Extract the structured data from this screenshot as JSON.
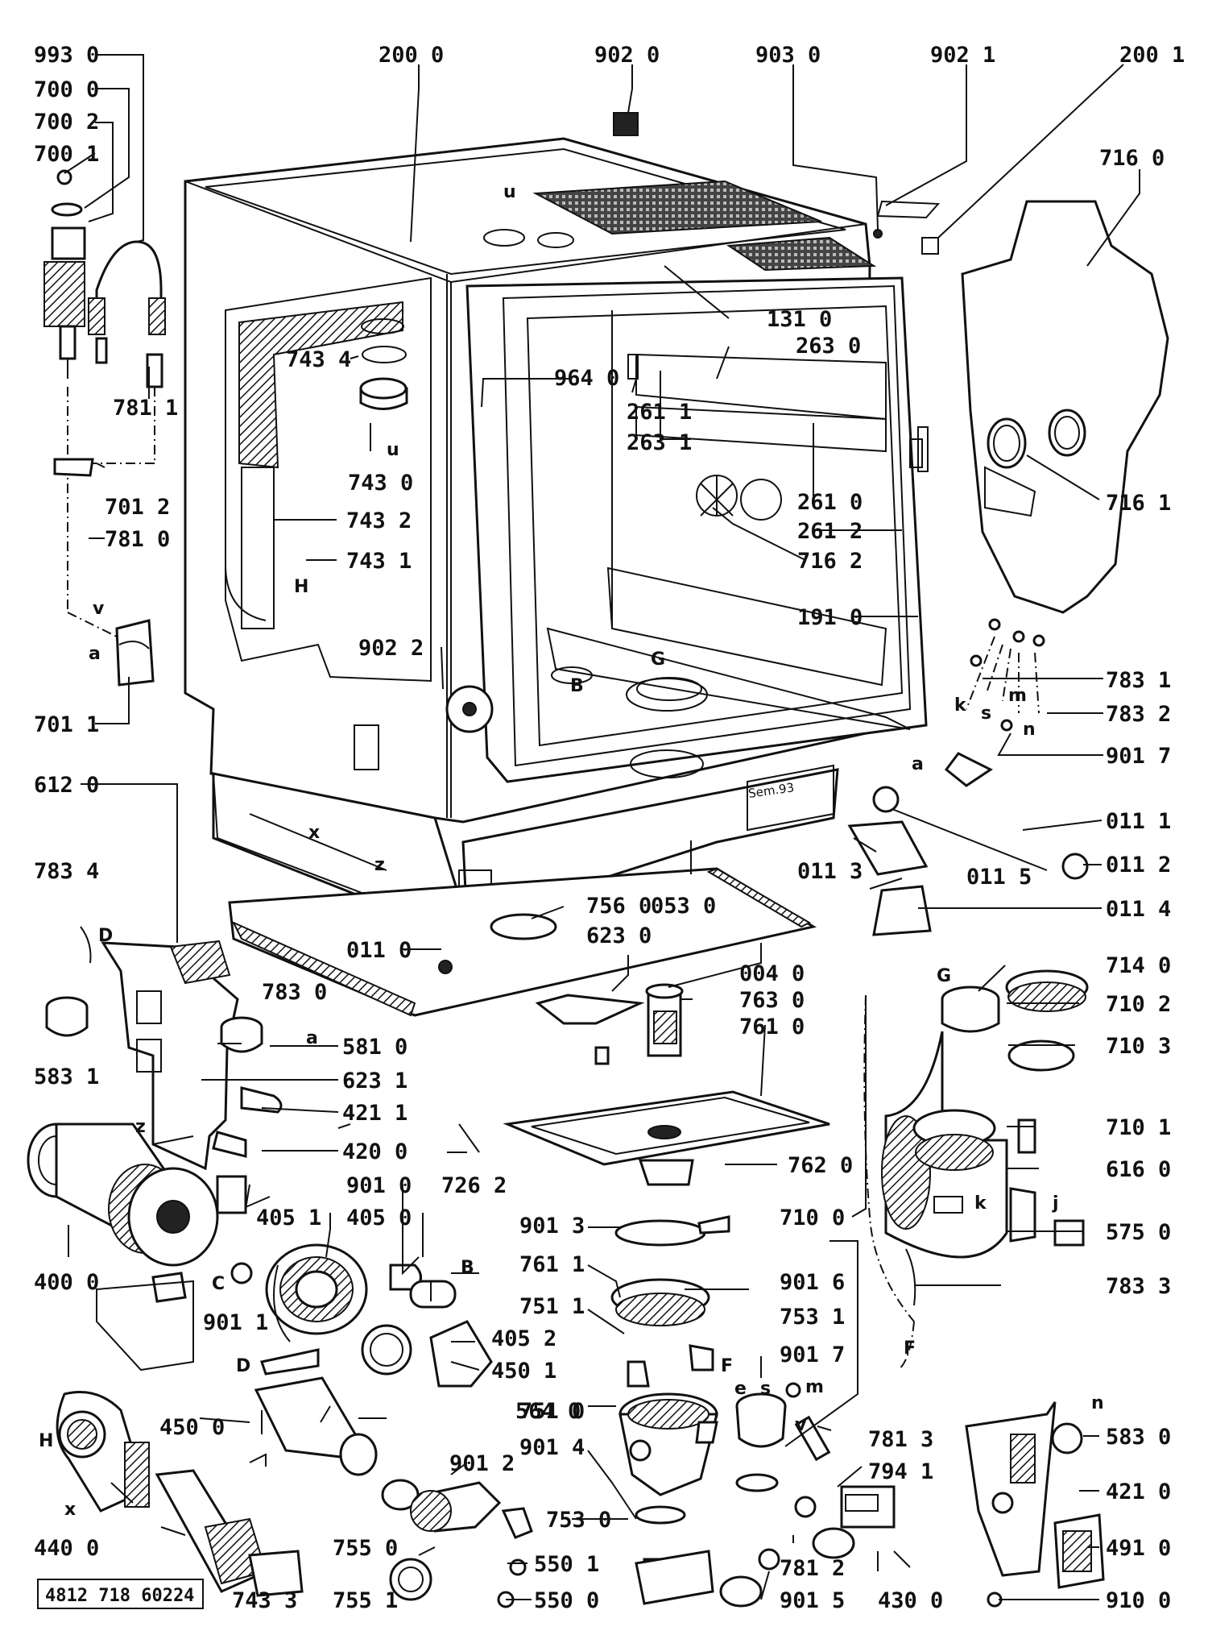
{
  "reference_number": "4812 718 60224",
  "stamp_text": "Sem.93",
  "callouts": [
    "993 0",
    "700 0",
    "700 2",
    "700 1",
    "200 0",
    "902 0",
    "903 0",
    "902 1",
    "200 1",
    "716 0",
    "743 4",
    "743 0",
    "743 2",
    "743 1",
    "964 0",
    "131 0",
    "263 0",
    "261 1",
    "263 1",
    "261 0",
    "261 2",
    "716 2",
    "716 1",
    "191 0",
    "781 1",
    "701 2",
    "781 0",
    "701 1",
    "902 2",
    "783 1",
    "783 2",
    "901 7",
    "011 1",
    "011 2",
    "011 3",
    "011 5",
    "011 4",
    "612 0",
    "783 4",
    "583 1",
    "783 0",
    "581 0",
    "623 1",
    "421 1",
    "420 0",
    "756 0",
    "053 0",
    "011 0",
    "623 0",
    "004 0",
    "763 0",
    "761 0",
    "714 0",
    "710 2",
    "710 3",
    "710 1",
    "616 0",
    "710 0",
    "575 0",
    "783 3",
    "762 0",
    "901 0",
    "726 2",
    "405 1",
    "405 0",
    "400 0",
    "901 3",
    "761 1",
    "751 1",
    "405 2",
    "450 1",
    "901 1",
    "751 0",
    "901 6",
    "753 1",
    "901 7",
    "564 0",
    "450 0",
    "901 2",
    "901 4",
    "781 3",
    "794 1",
    "583 0",
    "421 0",
    "440 0",
    "755 0",
    "753 0",
    "755 1",
    "550 1",
    "550 0",
    "781 2",
    "901 5",
    "430 0",
    "491 0",
    "910 0",
    "743 3"
  ],
  "letters": [
    "u",
    "u",
    "H",
    "v",
    "a",
    "B",
    "G",
    "x",
    "z",
    "k",
    "s",
    "m",
    "n",
    "a",
    "D",
    "a",
    "z",
    "C",
    "B",
    "G",
    "k",
    "j",
    "F",
    "D",
    "H",
    "x",
    "F",
    "e",
    "s",
    "m",
    "v",
    "n"
  ]
}
